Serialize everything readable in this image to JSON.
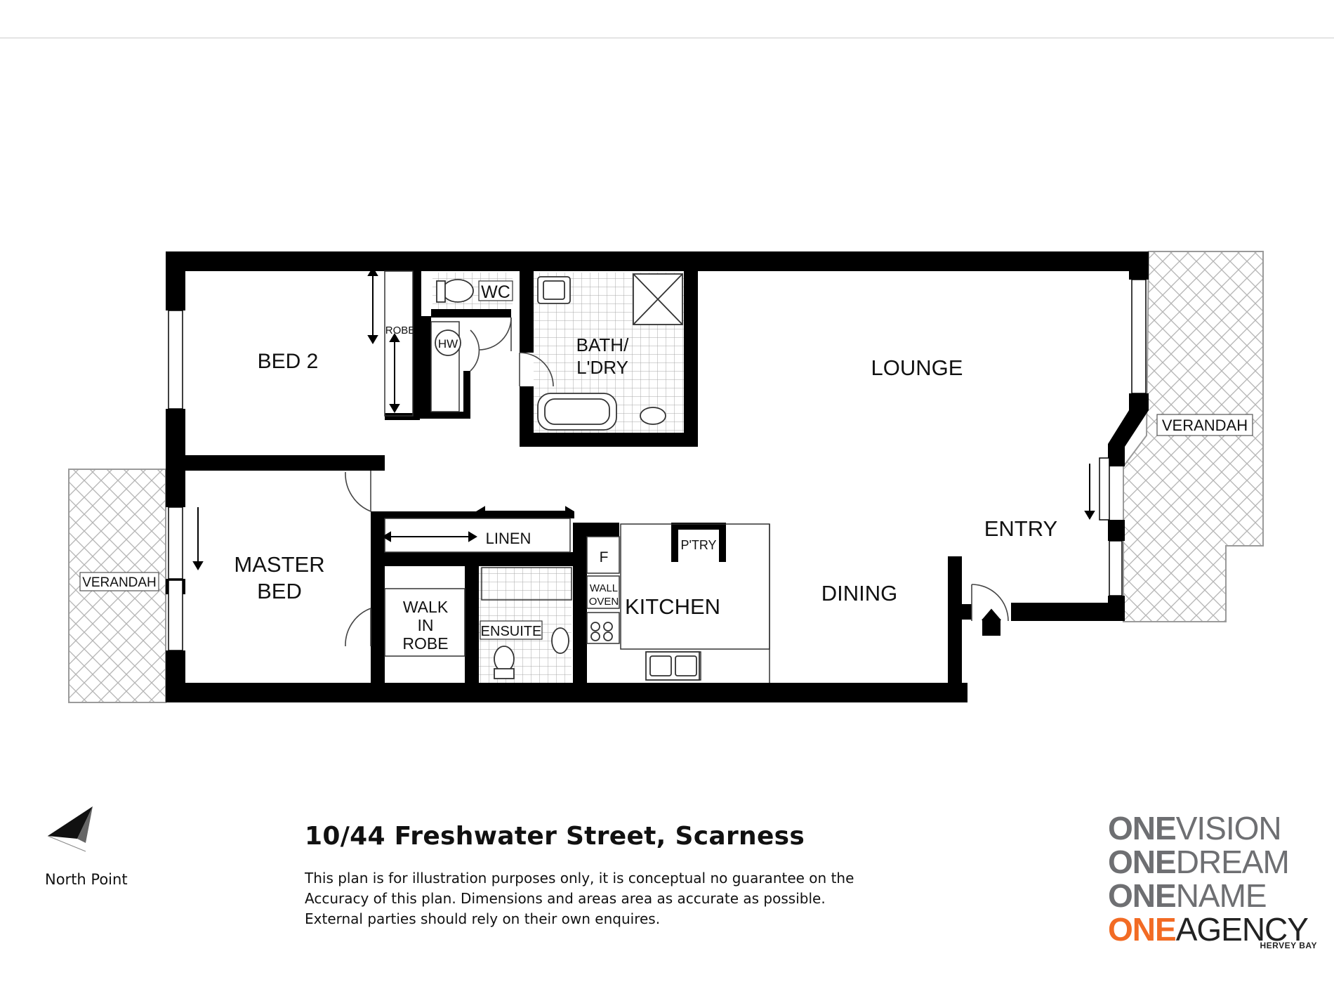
{
  "rooms": {
    "bed2": "BED 2",
    "robe": "ROBE",
    "wc": "WC",
    "hw": "HW",
    "bath_line1": "BATH/",
    "bath_line2": "L'DRY",
    "lounge": "LOUNGE",
    "verandah_right": "VERANDAH",
    "verandah_left": "VERANDAH",
    "entry": "ENTRY",
    "master_line1": "MASTER",
    "master_line2": "BED",
    "linen": "LINEN",
    "walk_line1": "WALK",
    "walk_line2": "IN",
    "walk_line3": "ROBE",
    "ensuite": "ENSUITE",
    "f": "F",
    "wall_line1": "WALL",
    "wall_line2": "OVEN",
    "kitchen": "KITCHEN",
    "pantry": "P'TRY",
    "dining": "DINING"
  },
  "footer": {
    "north_label": "North Point",
    "title": "10/44 Freshwater Street, Scarness",
    "disclaimer": [
      "This plan is for illustration purposes only, it is conceptual no guarantee on the",
      "Accuracy of this plan. Dimensions and areas area as accurate as possible.",
      "External parties should rely on their own enquires."
    ]
  },
  "logo": {
    "lines": [
      {
        "one": "ONE",
        "word": "VISION"
      },
      {
        "one": "ONE",
        "word": "DREAM"
      },
      {
        "one": "ONE",
        "word": "NAME"
      },
      {
        "one": "ONE",
        "word": "AGENCY"
      }
    ],
    "sub": "HERVEY BAY",
    "colors": {
      "grey": "#6e6f72",
      "orange": "#f26b24"
    }
  }
}
